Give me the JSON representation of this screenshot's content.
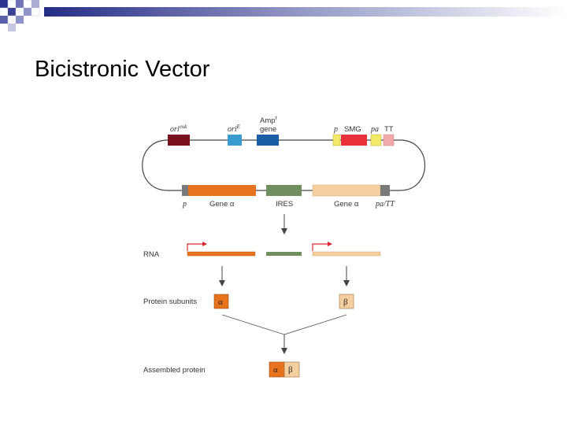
{
  "slide": {
    "title": "Bicistronic Vector"
  },
  "diagram": {
    "plasmid_top": {
      "ori_euk": "ori",
      "ori_euk_sup": "euk",
      "ori_e": "ori",
      "ori_e_sup": "E",
      "amp_line1": "Amp",
      "amp_line1_sup": "r",
      "amp_line2": "gene",
      "p": "p",
      "smg": "SMG",
      "pa": "pa",
      "tt": "TT"
    },
    "plasmid_bottom": {
      "p": "p",
      "gene_alpha": "Gene α",
      "ires": "IRES",
      "gene_alpha_2": "Gene α",
      "pa_tt": "pa/TT"
    },
    "rna_label": "RNA",
    "protein_subunits_label": "Protein subunits",
    "assembled_protein_label": "Assembled protein",
    "subunit_alpha": "α",
    "subunit_beta": "β",
    "assembled_alpha": "α",
    "assembled_beta": "β"
  },
  "colors": {
    "ori_euk": "#7a0f1e",
    "ori_e": "#3a9bcf",
    "amp": "#1a5fa6",
    "p_box": "#f2ea66",
    "smg": "#e8303a",
    "pa": "#f2ea66",
    "tt": "#f3a9a9",
    "gene_alpha": "#e8731e",
    "ires": "#6f8f5e",
    "gene_beta": "#f6cfa0",
    "gray_box": "#7a7a7a"
  }
}
